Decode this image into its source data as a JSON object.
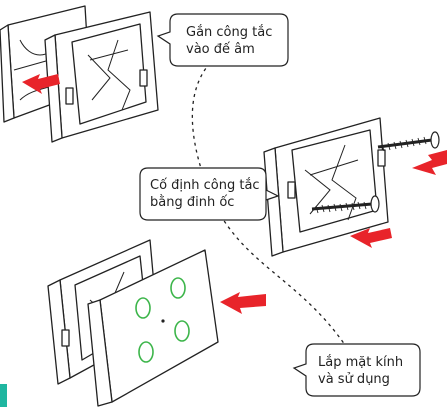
{
  "callouts": {
    "step1": {
      "lines": [
        "Gắn công tắc",
        "vào đế âm"
      ]
    },
    "step2": {
      "lines": [
        "Cố định công tắc",
        "bằng đinh ốc"
      ]
    },
    "step3": {
      "lines": [
        "Lắp mặt kính",
        "và sử dụng"
      ]
    }
  },
  "colors": {
    "arrow": "#e8242a",
    "touch_ring": "#3cb54a",
    "accent_bar": "#1fb6a0",
    "outline": "#222222"
  },
  "icons": [
    "screw-icon",
    "arrow-icon",
    "touch-button-icon"
  ]
}
